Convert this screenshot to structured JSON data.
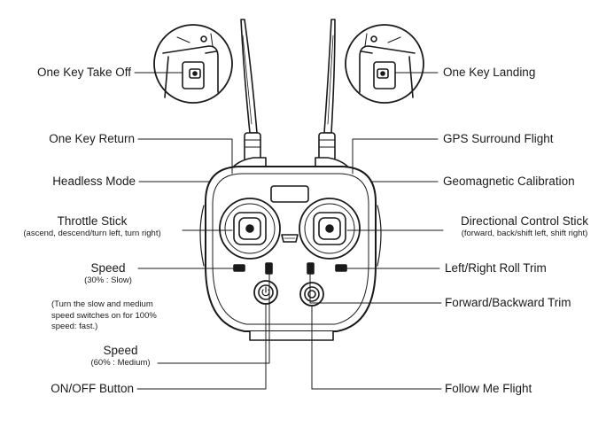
{
  "labels": {
    "one_key_take_off": "One Key Take Off",
    "one_key_landing": "One Key Landing",
    "one_key_return": "One Key Return",
    "gps_surround_flight": "GPS Surround Flight",
    "headless_mode": "Headless Mode",
    "geomagnetic_calibration": "Geomagnetic Calibration",
    "throttle_stick": "Throttle Stick",
    "throttle_stick_desc": "(ascend, descend/turn left, turn right)",
    "directional_control_stick": "Directional Control Stick",
    "directional_control_stick_desc": "(forward, back/shift left, shift right)",
    "speed_slow": "Speed",
    "speed_slow_desc": "(30% : Slow)",
    "speed_note": "(Turn the slow and medium speed switches on for 100% speed: fast.)",
    "left_right_roll_trim": "Left/Right Roll Trim",
    "forward_backward_trim": "Forward/Backward Trim",
    "speed_medium": "Speed",
    "speed_medium_desc": "(60% : Medium)",
    "on_off_button": "ON/OFF Button",
    "follow_me_flight": "Follow Me Flight"
  }
}
